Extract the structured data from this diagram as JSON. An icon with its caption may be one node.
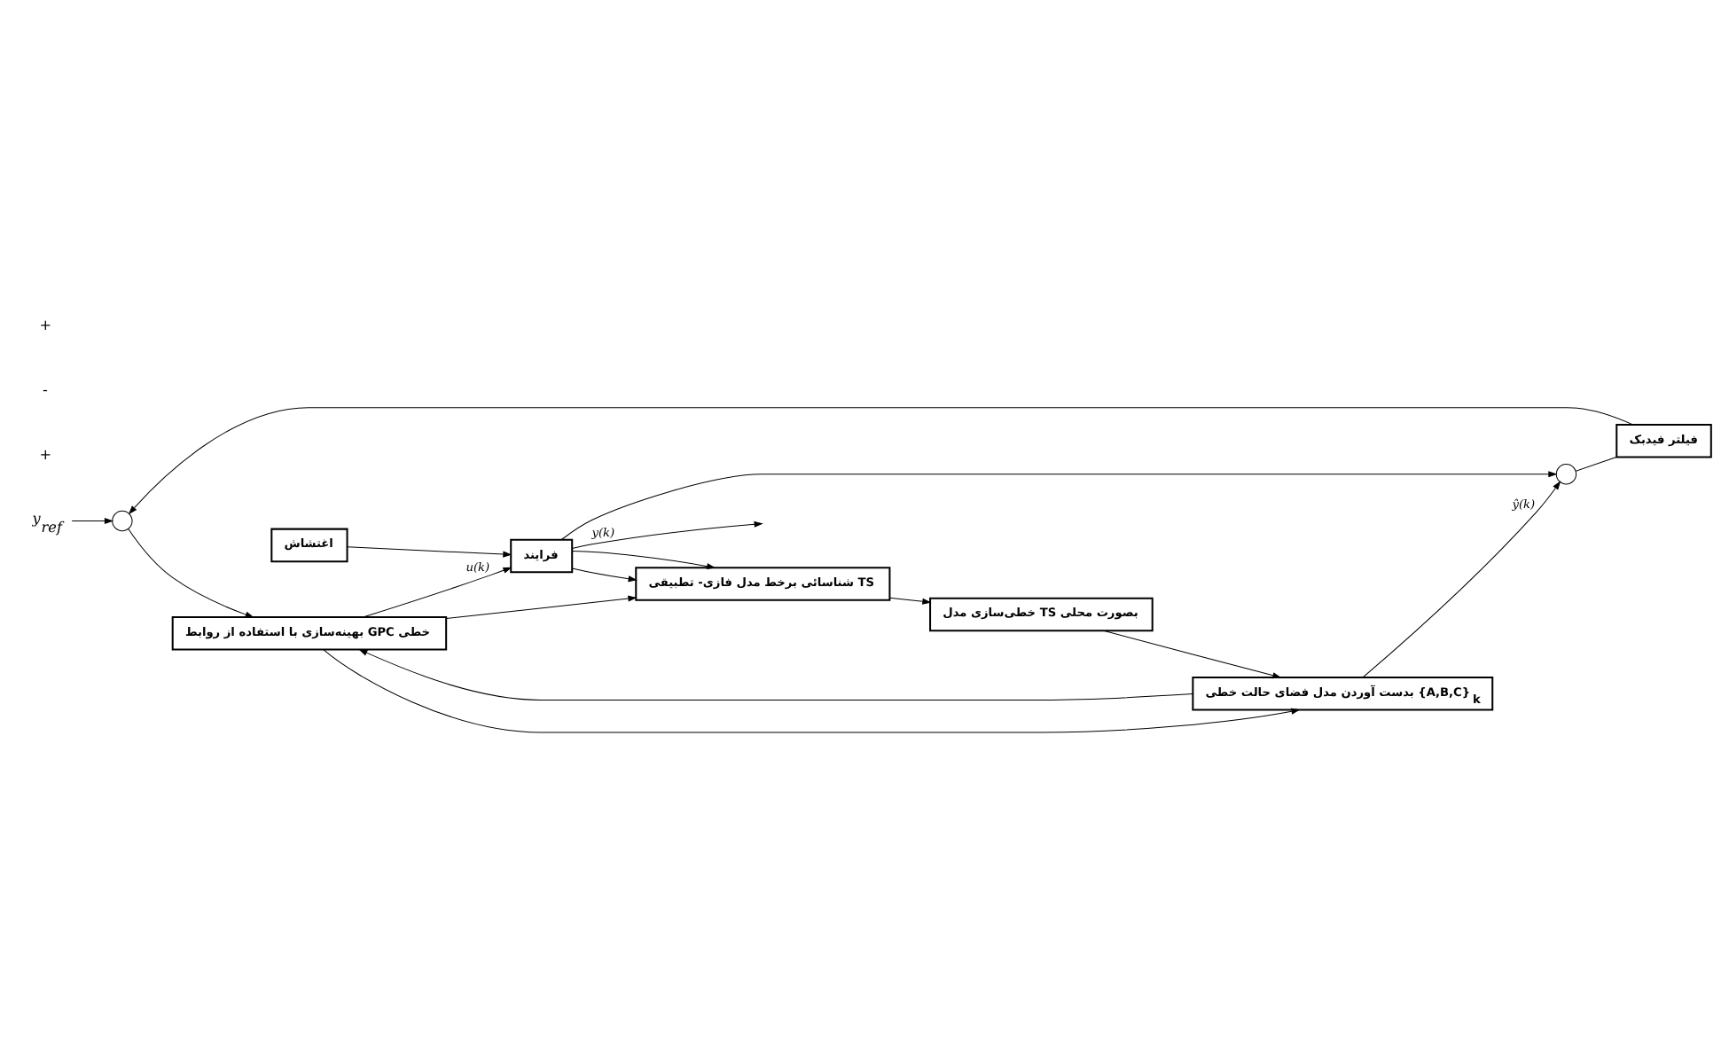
{
  "diagram": {
    "nodes": [
      {
        "text": [
          "y$_{ref}$"
        ]
      },
      {
        "text": [],
        "shape": "circle"
      },
      {
        "text": [
          "بهینه‌سازی با استفاده از روابط GPC خطی"
        ]
      },
      {
        "text": [
          "اغتشاش"
        ]
      },
      {
        "text": [
          "فرایند"
        ]
      },
      {
        "text": [
          "شناسائی برخط مدل فازی- تطبیقی TS"
        ]
      },
      {
        "text": [
          "خطی‌سازی مدل TS بصورت محلی"
        ]
      },
      {
        "text": [
          "بدست آوردن مدل فضای حالت خطی {A,B,C}$_{k}$"
        ]
      },
      {
        "text": [
          "فیلتر فیدبک"
        ]
      },
      {
        "text": [],
        "shape": "circle"
      }
    ],
    "edges": [
      {
        "from": 0,
        "to": 1,
        "arrow": "to"
      },
      {
        "from": 1,
        "to": 2,
        "arrow": "to"
      },
      {
        "from": 2,
        "to": 4,
        "arrow": "to",
        "label": "u(k)"
      },
      {
        "from": 3,
        "to": 4,
        "arrow": "to"
      },
      {
        "from": 4,
        "to": null,
        "arrow": "to",
        "label": "y(k)"
      },
      {
        "from": 4,
        "to": 5,
        "arrow": "to"
      },
      {
        "from": 2,
        "to": 5,
        "arrow": "to"
      },
      {
        "from": 2,
        "to": 7,
        "arrow": "to"
      },
      {
        "from": 4,
        "to": 5,
        "arrow": "to"
      },
      {
        "from": 4,
        "to": 9,
        "arrow": "to"
      },
      {
        "from": 5,
        "to": 6,
        "arrow": "to"
      },
      {
        "from": 6,
        "to": 7,
        "arrow": "to"
      },
      {
        "from": 7,
        "to": 2,
        "arrow": "to"
      },
      {
        "from": 7,
        "to": 9,
        "arrow": "to",
        "label": "ŷ(k)"
      },
      {
        "from": 9,
        "to": 8,
        "arrow": "none"
      },
      {
        "from": 8,
        "to": 1,
        "arrow": "to"
      }
    ],
    "labels": [
      "+",
      "-",
      "+"
    ]
  }
}
